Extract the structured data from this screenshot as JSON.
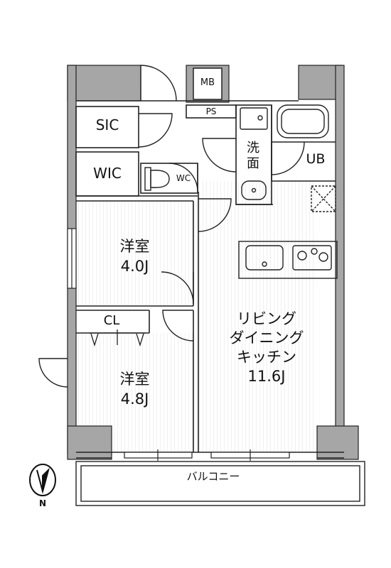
{
  "rooms": {
    "sic": "SIC",
    "wic": "WIC",
    "mb": "MB",
    "ps": "PS",
    "wc": "WC",
    "ub": "UB",
    "washroom": "洗面",
    "cl": "CL",
    "western_room_1": {
      "name": "洋室",
      "size": "4.0J"
    },
    "western_room_2": {
      "name": "洋室",
      "size": "4.8J"
    },
    "ldk": {
      "line1": "リビング",
      "line2": "ダイニング",
      "line3": "キッチン",
      "size": "11.6J"
    },
    "balcony": "バルコニー"
  },
  "compass": {
    "label": "N"
  },
  "colors": {
    "wall": "#a6a6a6",
    "line": "#222222",
    "floor_hatch": "#e6e6e6"
  }
}
